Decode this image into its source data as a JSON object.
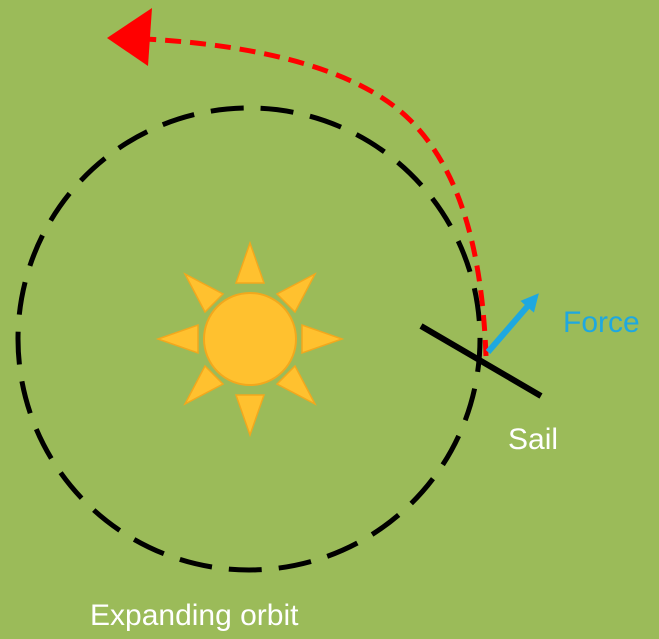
{
  "labels": {
    "force": "Force",
    "sail": "Sail",
    "orbit": "Expanding orbit"
  },
  "colors": {
    "background": "#9bbb59",
    "sun": "#ffc12f",
    "sun_rays": "#ffc12f",
    "orbit_line": "#000000",
    "trajectory": "#ff0000",
    "force_arrow": "#1ea8e0",
    "sail": "#000000",
    "force_label": "#1ea8e0",
    "text": "#ffffff"
  },
  "icons": {
    "sun": "sun-icon",
    "sail": "sail-line",
    "force": "force-arrow",
    "trajectory": "spiral-trajectory-arrow"
  }
}
